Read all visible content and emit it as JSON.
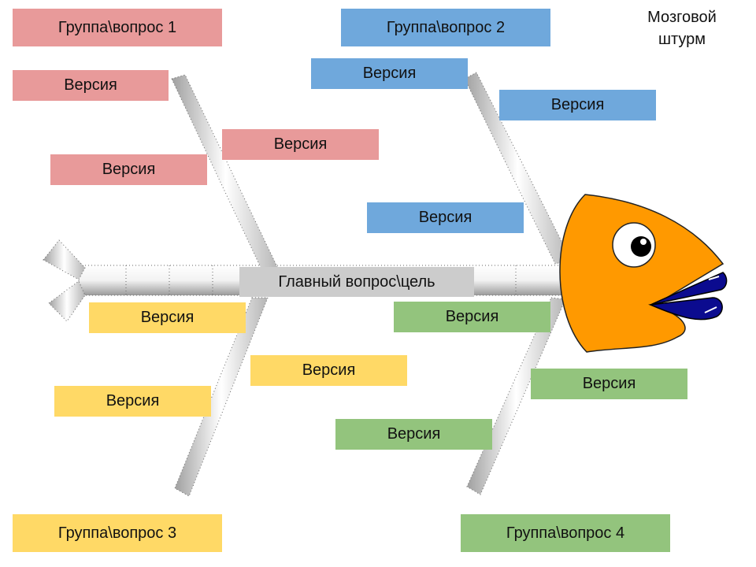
{
  "title": {
    "line1": "Мозговой",
    "line2": "штурм"
  },
  "main": {
    "label": "Главный вопрос\\цель"
  },
  "groups": [
    {
      "label": "Группа\\вопрос 1",
      "color": "#e89a9a",
      "versions": [
        "Версия",
        "Версия",
        "Версия"
      ]
    },
    {
      "label": "Группа\\вопрос 2",
      "color": "#6fa8dc",
      "versions": [
        "Версия",
        "Версия",
        "Версия"
      ]
    },
    {
      "label": "Группа\\вопрос 3",
      "color": "#ffd966",
      "versions": [
        "Версия",
        "Версия",
        "Версия"
      ]
    },
    {
      "label": "Группа\\вопрос 4",
      "color": "#93c47d",
      "versions": [
        "Версия",
        "Версия",
        "Версия"
      ]
    }
  ],
  "fish": {
    "body_color": "#ff9900",
    "lips_color": "#0b0b8f"
  }
}
